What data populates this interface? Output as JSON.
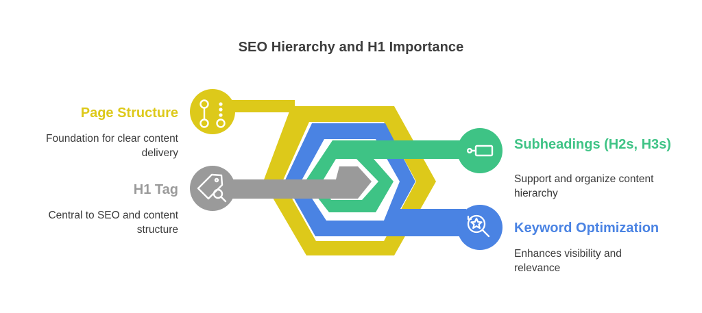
{
  "title": "SEO Hierarchy and H1 Importance",
  "colors": {
    "page_structure": "#ddc91a",
    "subheadings": "#3ec385",
    "h1_tag": "#9a9a9a",
    "keyword_optimization": "#4a83e3"
  },
  "items": [
    {
      "key": "page_structure",
      "heading": "Page Structure",
      "description": "Foundation for clear content delivery",
      "icon": "flow-nodes-icon"
    },
    {
      "key": "h1_tag",
      "heading": "H1 Tag",
      "description": "Central to SEO and content structure",
      "icon": "tag-search-icon"
    },
    {
      "key": "subheadings",
      "heading": "Subheadings (H2s, H3s)",
      "description": "Support and organize content hierarchy",
      "icon": "label-tag-icon"
    },
    {
      "key": "keyword_optimization",
      "heading": "Keyword Optimization",
      "description": "Enhances visibility and relevance",
      "icon": "star-search-icon"
    }
  ]
}
